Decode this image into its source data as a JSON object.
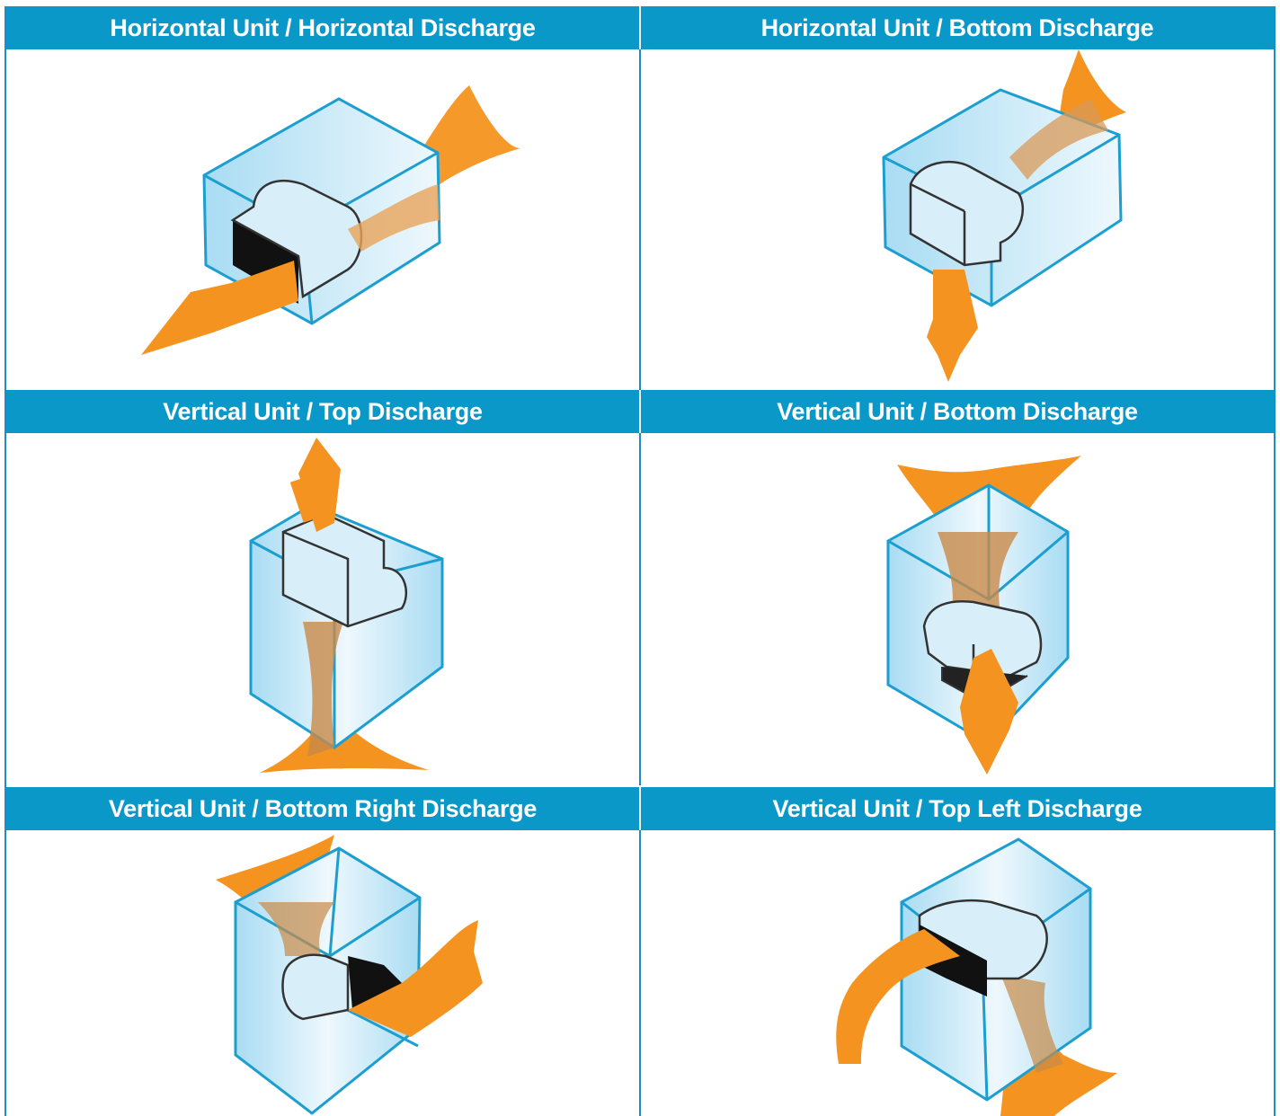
{
  "page": {
    "clipped_heading": "",
    "accent_color": "#0a98c9",
    "air_color": "#f4931f",
    "box_color": "#bfe6f7"
  },
  "panels": [
    {
      "title": "Horizontal Unit / Horizontal Discharge"
    },
    {
      "title": "Horizontal Unit / Bottom Discharge"
    },
    {
      "title": "Vertical Unit / Top Discharge"
    },
    {
      "title": "Vertical Unit / Bottom Discharge"
    },
    {
      "title": "Vertical Unit / Bottom Right Discharge"
    },
    {
      "title": "Vertical Unit / Top Left Discharge"
    }
  ]
}
